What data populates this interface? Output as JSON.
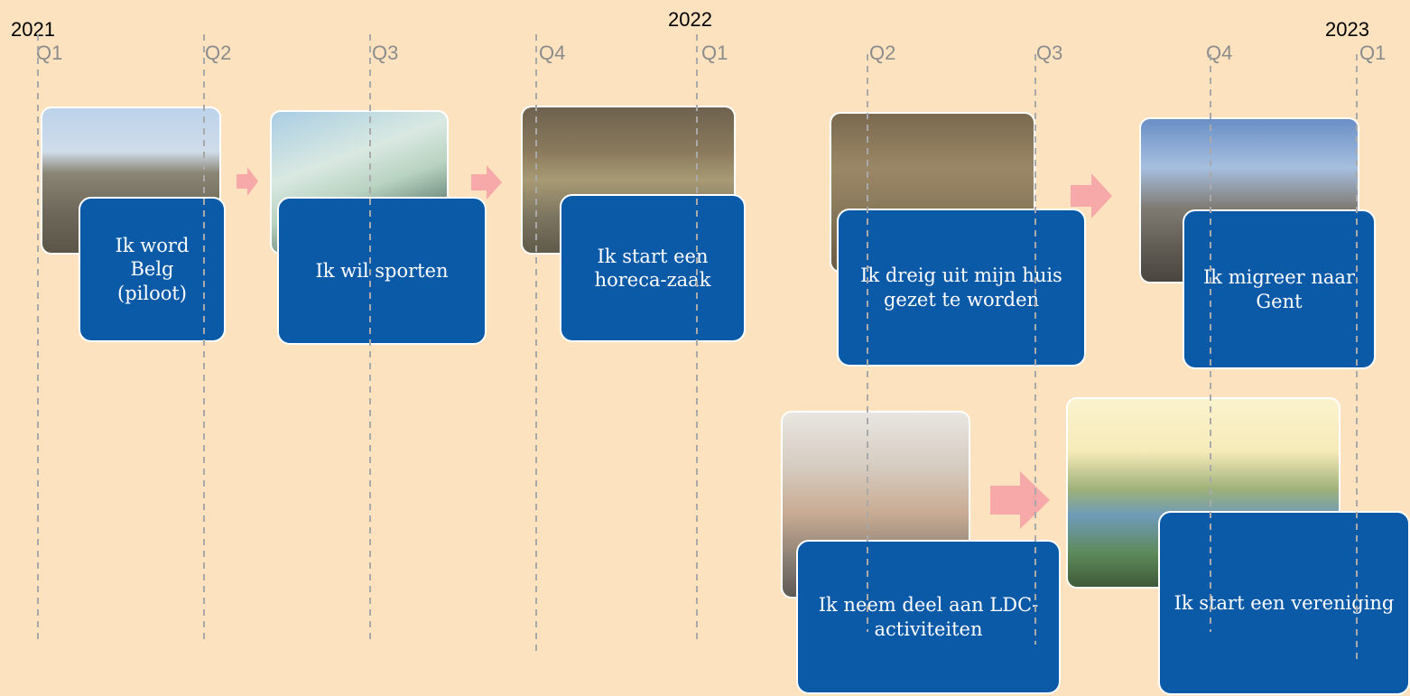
{
  "years": [
    "2021",
    "2022",
    "2023"
  ],
  "quarters": [
    "Q1",
    "Q2",
    "Q3",
    "Q4",
    "Q1",
    "Q2",
    "Q3",
    "Q4",
    "Q1"
  ],
  "colors": {
    "background": "#fde2bf",
    "card_blue": "#0b5aa8",
    "arrow_pink": "#f7a8a8",
    "gridline": "#a9a9a9"
  },
  "steps": [
    "Ik word Belg (piloot)",
    "Ik wil sporten",
    "Ik start een horeca-zaak",
    "Ik dreig uit mijn huis gezet te worden",
    "Ik migreer naar Gent",
    "Ik neem deel aan LDC-activiteiten",
    "Ik start een vereniging"
  ],
  "images": [
    "castle-photo",
    "sport-photo",
    "horeca-photo",
    "house-door-photo",
    "gent-photo",
    "seniors-photo",
    "association-photo"
  ]
}
